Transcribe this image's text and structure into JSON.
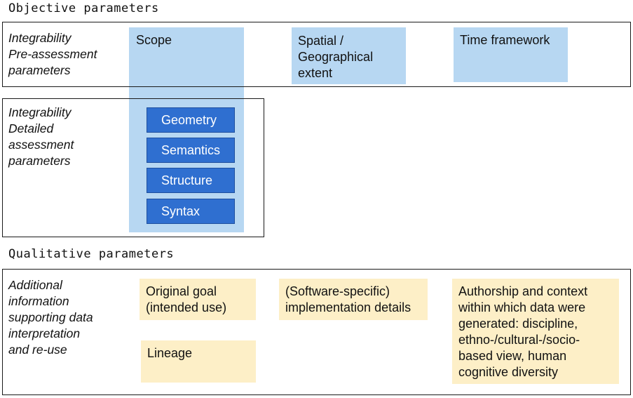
{
  "objective": {
    "heading": "Objective parameters",
    "pre_assessment_label": [
      "Integrability",
      "Pre-assessment",
      "parameters"
    ],
    "detailed_label": [
      "Integrability",
      "Detailed",
      "assessment",
      "parameters"
    ],
    "scope": "Scope",
    "spatial": [
      "Spatial /",
      "Geographical",
      "extent"
    ],
    "time": "Time framework",
    "detail_items": [
      "Geometry",
      "Semantics",
      "Structure",
      "Syntax"
    ]
  },
  "qualitative": {
    "heading": "Qualitative parameters",
    "label": [
      "Additional",
      "information",
      "supporting data",
      "interpretation",
      "and re-use"
    ],
    "original_goal": [
      "Original goal",
      "(intended use)"
    ],
    "lineage": "Lineage",
    "software": [
      "(Software-specific)",
      "implementation details"
    ],
    "authorship": [
      "Authorship and context",
      "within which data were",
      "generated: discipline,",
      "ethno-/cultural-/socio-",
      "based view, human",
      "cognitive diversity"
    ]
  },
  "colors": {
    "light_blue": "#b7d7f2",
    "dark_blue": "#2f6fd0",
    "yellow": "#fdefc7"
  }
}
